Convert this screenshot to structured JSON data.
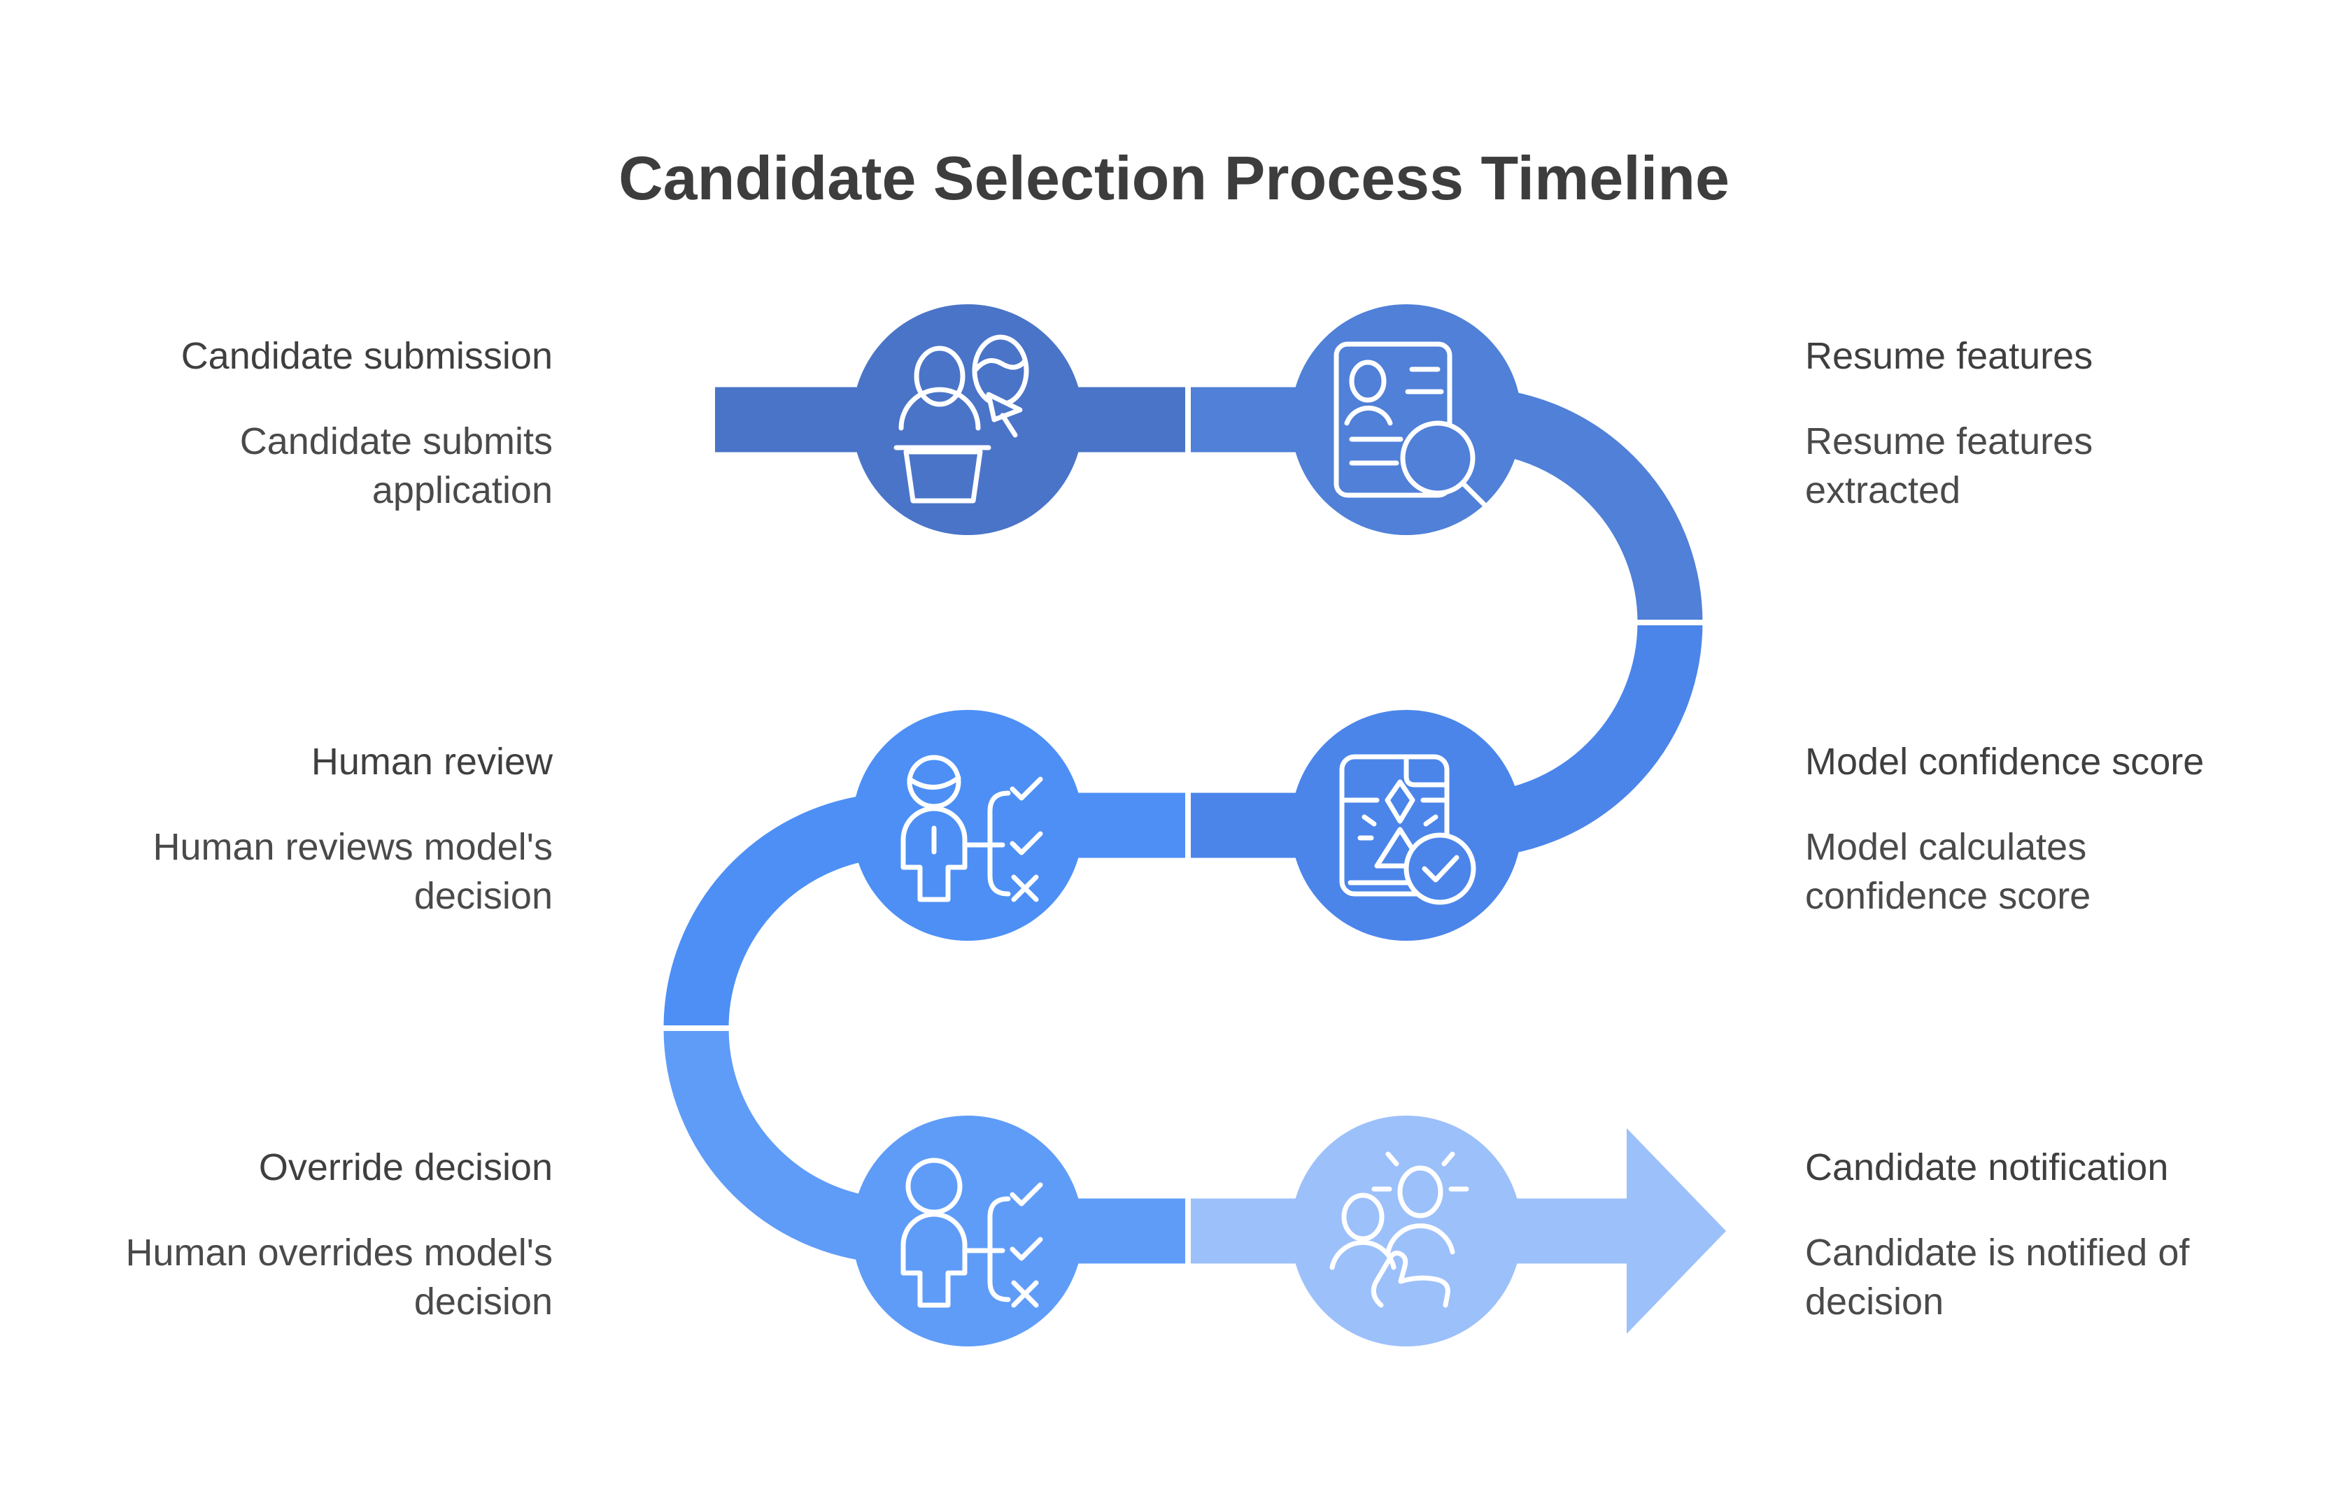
{
  "title": "Candidate Selection Process Timeline",
  "colors": {
    "background": "#ffffff",
    "title_text": "#3d3d3d",
    "heading_text": "#3f3f3f",
    "desc_text": "#4a4a4a",
    "divider": "#ffffff",
    "icon_stroke": "#ffffff",
    "segments": [
      "#4a74c8",
      "#5080d8",
      "#4b85ea",
      "#4d8ff5",
      "#5f9cf8",
      "#9cc0fa"
    ]
  },
  "steps": [
    {
      "heading": "Candidate submission",
      "desc1": "Candidate submits",
      "desc2": "application",
      "icon": "candidate-submission-icon"
    },
    {
      "heading": "Resume features",
      "desc1": "Resume features",
      "desc2": "extracted",
      "icon": "resume-scan-icon"
    },
    {
      "heading": "Model confidence score",
      "desc1": "Model calculates",
      "desc2": "confidence score",
      "icon": "confidence-score-icon"
    },
    {
      "heading": "Human review",
      "desc1": "Human reviews model's",
      "desc2": "decision",
      "icon": "human-review-icon"
    },
    {
      "heading": "Override decision",
      "desc1": "Human overrides model's",
      "desc2": "decision",
      "icon": "override-decision-icon"
    },
    {
      "heading": "Candidate notification",
      "desc1": "Candidate is notified of",
      "desc2": "decision",
      "icon": "candidate-notification-icon"
    }
  ]
}
